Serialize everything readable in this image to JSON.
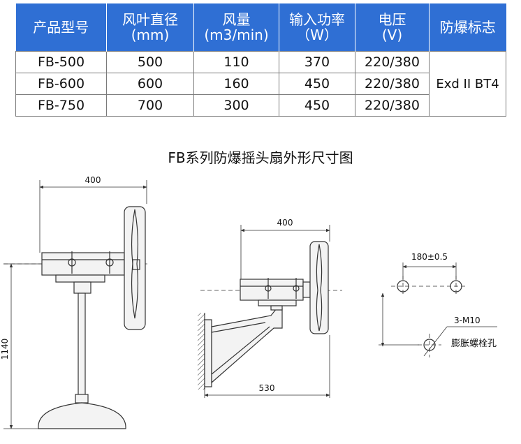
{
  "table": {
    "headers": [
      [
        "产品型号"
      ],
      [
        "风叶直径",
        "(mm)"
      ],
      [
        "风量",
        "(m3/min)"
      ],
      [
        "输入功率",
        "（W）"
      ],
      [
        "电压",
        "(V)"
      ],
      [
        "防爆标志"
      ]
    ],
    "rows": [
      [
        "FB-500",
        "500",
        "110",
        "370",
        "220/380"
      ],
      [
        "FB-600",
        "600",
        "160",
        "450",
        "220/380"
      ],
      [
        "FB-750",
        "700",
        "300",
        "450",
        "220/380"
      ]
    ],
    "explosion_mark": "Exd II BT4",
    "header_color": "#2f6fd4"
  },
  "drawing": {
    "title": "FB系列防爆摇头扇外形尺寸图",
    "floor_fan": {
      "width_dim": "400",
      "height_dim": "1140"
    },
    "wall_fan": {
      "width_dim": "400",
      "depth_dim": "530"
    },
    "mounting": {
      "spacing_dim": "180±0.5",
      "bolt_label": "3-M10",
      "bolt_desc": "膨胀螺栓孔"
    }
  }
}
